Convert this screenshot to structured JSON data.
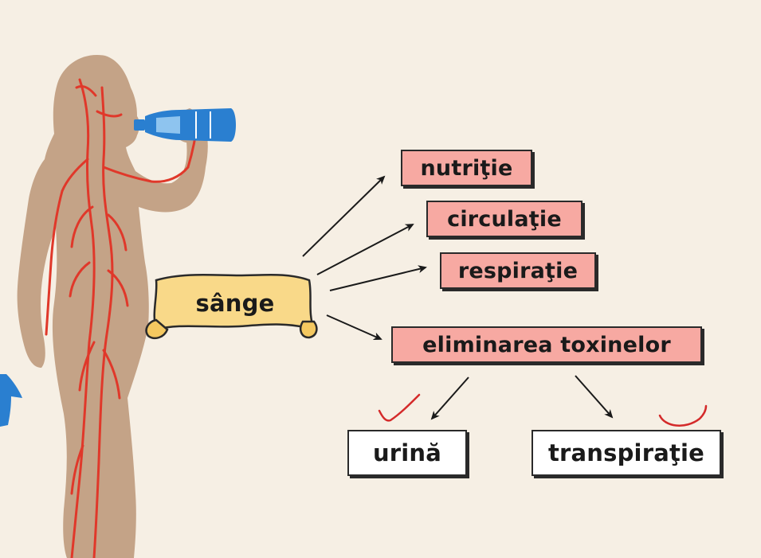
{
  "diagram": {
    "center_label": "sânge",
    "functions": [
      {
        "label": "nutriţie"
      },
      {
        "label": "circulaţie"
      },
      {
        "label": "respiraţie"
      },
      {
        "label": "eliminarea toxinelor"
      }
    ],
    "elimination_outputs": [
      {
        "label": "urină"
      },
      {
        "label": "transpiraţie"
      }
    ]
  },
  "colors": {
    "background": "#f6efe4",
    "silhouette": "#c4a387",
    "veins": "#e0382a",
    "bottle": "#2a7fd0",
    "function_box": "#f7a9a2",
    "output_box": "#ffffff",
    "scroll": "#f9d989",
    "check_mark": "#d42a2a"
  }
}
